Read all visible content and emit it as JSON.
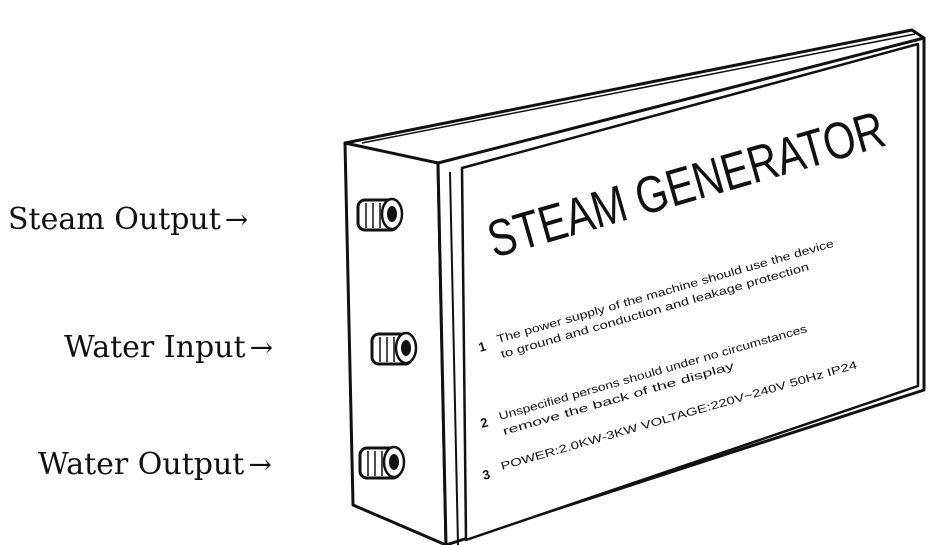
{
  "callouts": {
    "steam_output": {
      "label": "Steam Output",
      "arrow": "→"
    },
    "water_input": {
      "label": "Water Input",
      "arrow": "→"
    },
    "water_output": {
      "label": "Water Output",
      "arrow": "→"
    }
  },
  "device": {
    "title": "STEAM GENERATOR",
    "notes": [
      {
        "marker": "1",
        "line1": "The power supply of the machine should use the device",
        "line2": "to ground and conduction and leakage protection"
      },
      {
        "marker": "2",
        "line1": "Unspecified persons should under no circumstances",
        "line2": "remove the back of the display"
      },
      {
        "marker": "3",
        "line1": "POWER:2.0KW-3KW  VOLTAGE:220V~240V  50Hz  IP24",
        "line2": ""
      }
    ]
  },
  "colors": {
    "ink": "#111111",
    "paper": "#ffffff",
    "shade": "#f3f3f3"
  }
}
